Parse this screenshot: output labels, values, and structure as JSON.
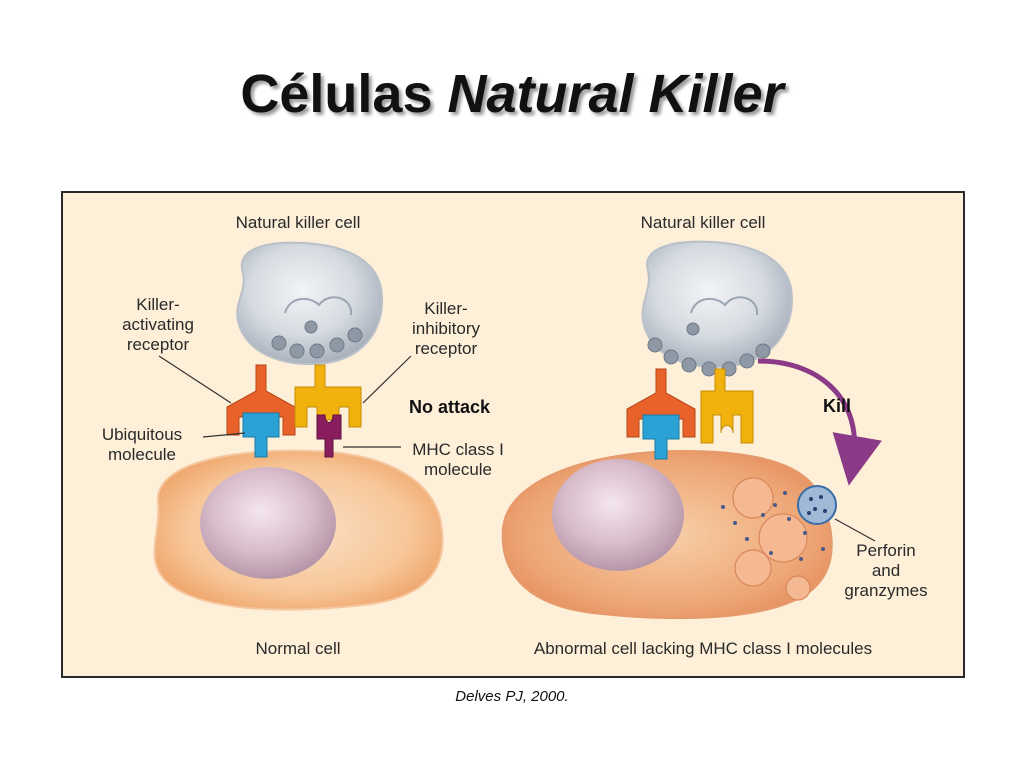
{
  "title": {
    "prefix": "Células",
    "emphasis": "Natural Killer"
  },
  "diagram": {
    "left": {
      "nk_label": "Natural killer cell",
      "activating_receptor": "Killer-\nactivating\nreceptor",
      "inhibitory_receptor": "Killer-\ninhibitory\nreceptor",
      "ubiquitous_molecule": "Ubiquitous\nmolecule",
      "mhc_molecule": "MHC class I\nmolecule",
      "outcome": "No attack",
      "target_label": "Normal cell"
    },
    "right": {
      "nk_label": "Natural killer cell",
      "outcome": "Kill",
      "perforin": "Perforin\nand\ngranzymes",
      "target_label": "Abnormal cell lacking MHC class I molecules"
    },
    "colors": {
      "activating_receptor": "#e8622a",
      "inhibitory_receptor": "#f2b20e",
      "ubiquitous_molecule": "#2aa2d6",
      "mhc_molecule": "#8a1d5e",
      "kill_arrow": "#8a3a86"
    }
  },
  "credit": "Delves PJ, 2000."
}
